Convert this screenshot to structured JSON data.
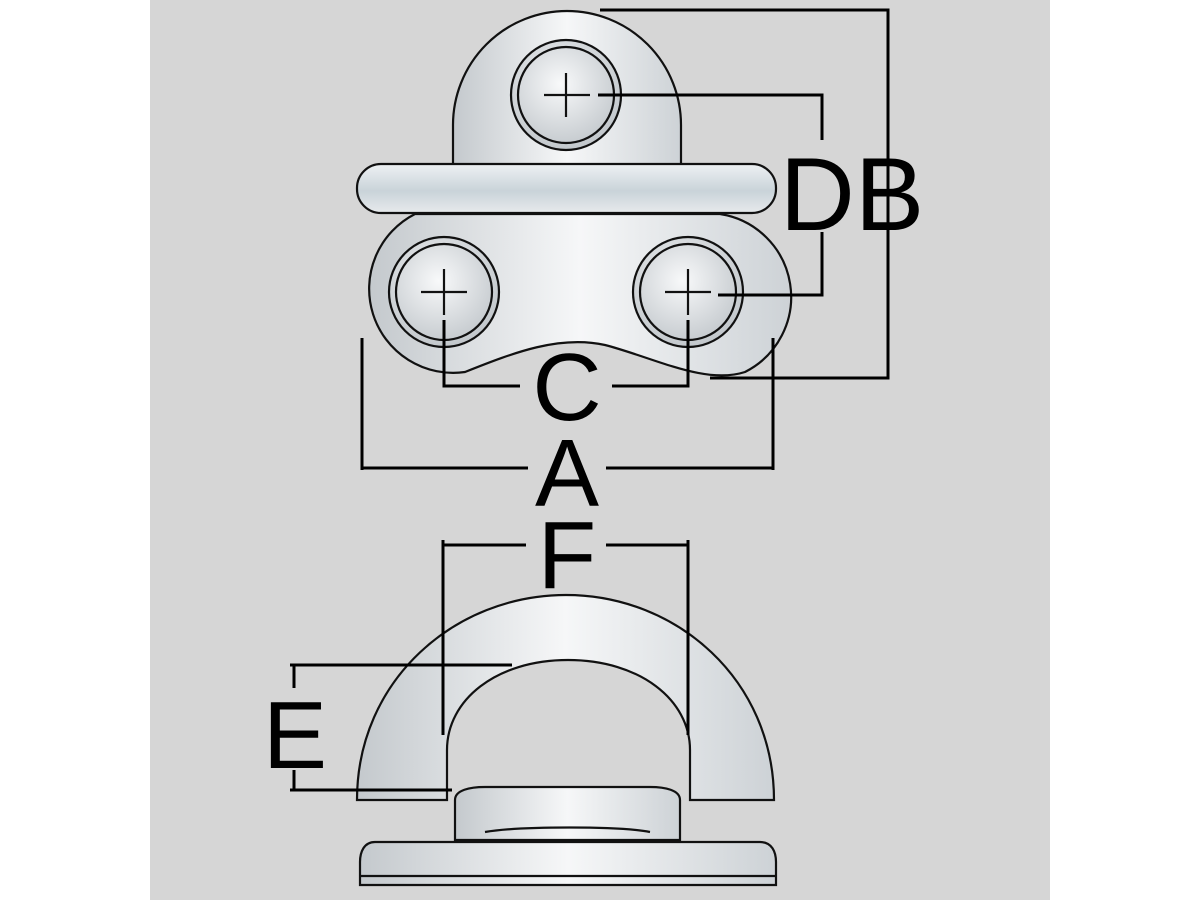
{
  "diagram": {
    "labels": {
      "db": "DB",
      "c": "C",
      "a": "A",
      "f": "F",
      "e": "E"
    },
    "colors": {
      "background": "#d6d6d6",
      "metal_light": "#f4f5f6",
      "metal_dark": "#c2c8cc",
      "line": "#000000"
    }
  }
}
